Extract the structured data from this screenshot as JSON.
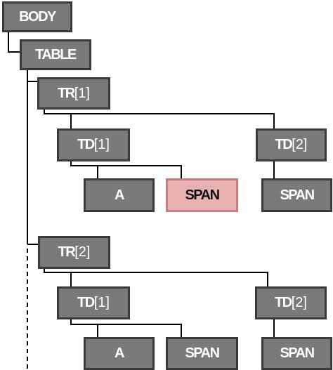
{
  "nodes": {
    "body": {
      "tag": "BODY",
      "index": ""
    },
    "table": {
      "tag": "TABLE",
      "index": ""
    },
    "tr1": {
      "tag": "TR",
      "index": "[1]"
    },
    "tr1_td1": {
      "tag": "TD",
      "index": "[1]"
    },
    "tr1_td1_a": {
      "tag": "A",
      "index": ""
    },
    "tr1_td1_span": {
      "tag": "SPAN",
      "index": ""
    },
    "tr1_td2": {
      "tag": "TD",
      "index": "[2]"
    },
    "tr1_td2_span": {
      "tag": "SPAN",
      "index": ""
    },
    "tr2": {
      "tag": "TR",
      "index": "[2]"
    },
    "tr2_td1": {
      "tag": "TD",
      "index": "[1]"
    },
    "tr2_td1_a": {
      "tag": "A",
      "index": ""
    },
    "tr2_td1_span": {
      "tag": "SPAN",
      "index": ""
    },
    "tr2_td2": {
      "tag": "TD",
      "index": "[2]"
    },
    "tr2_td2_span": {
      "tag": "SPAN",
      "index": ""
    }
  },
  "colors": {
    "node_fill": "#7a7a7a",
    "node_border": "#3a3a3a",
    "highlight_fill": "#e8b2b2",
    "highlight_border": "#c77e83",
    "connector": "#000000"
  }
}
